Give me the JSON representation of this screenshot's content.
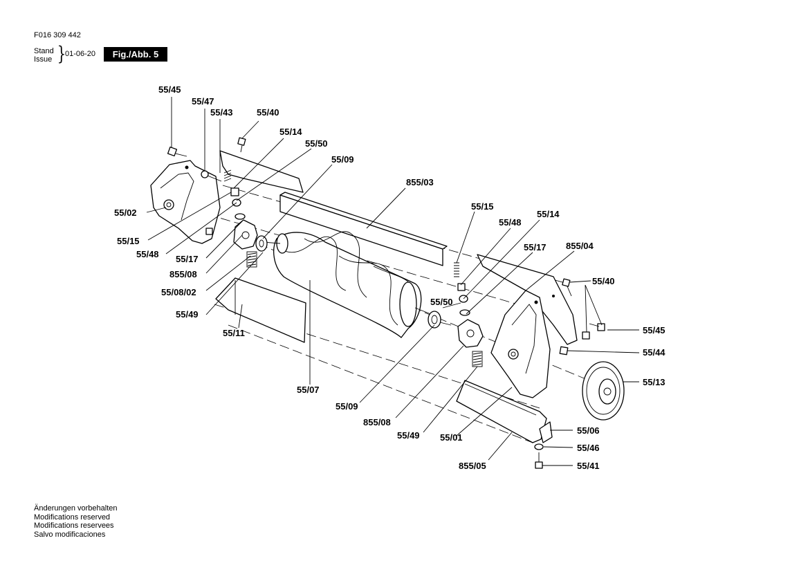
{
  "header": {
    "doc_number": "F016 309 442",
    "stand_label": "Stand",
    "issue_label": "Issue",
    "date": "01-06-20",
    "figure": "Fig./Abb. 5"
  },
  "footer_notes": [
    "Änderungen vorbehalten",
    "Modifications reserved",
    "Modifications reservees",
    "Salvo modificaciones"
  ],
  "callouts": {
    "c01": "55/45",
    "c02": "55/47",
    "c03": "55/43",
    "c04": "55/40",
    "c05": "55/14",
    "c06": "55/50",
    "c07": "55/09",
    "c08": "855/03",
    "c09": "55/02",
    "c10": "55/15",
    "c11": "55/48",
    "c12": "55/17",
    "c13": "855/08",
    "c14": "55/08/02",
    "c15": "55/49",
    "c16": "55/11",
    "c17": "55/07",
    "c18": "55/09",
    "c19": "855/08",
    "c20": "55/49",
    "c21": "55/01",
    "c22": "855/05",
    "c23": "55/15",
    "c24": "55/48",
    "c25": "55/14",
    "c26": "55/17",
    "c27": "855/04",
    "c28": "55/50",
    "c29": "55/40",
    "c30": "55/45",
    "c31": "55/44",
    "c32": "55/13",
    "c33": "55/06",
    "c34": "55/46",
    "c35": "55/41"
  }
}
